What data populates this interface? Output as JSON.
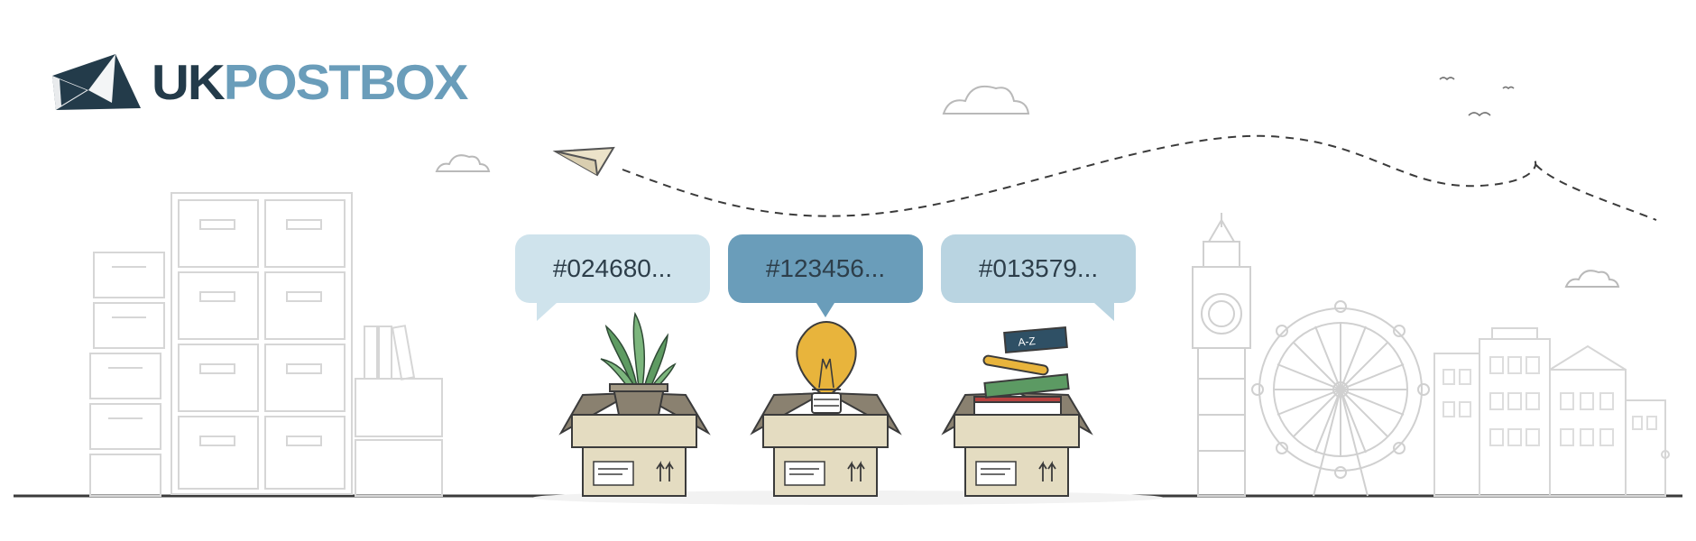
{
  "brand": {
    "name_dark": "UK",
    "name_light": "POSTBOX",
    "color_dark": "#233b4a",
    "color_light": "#6a9dba"
  },
  "bubbles": [
    {
      "label": "#024680...",
      "color": "#cfe3ec"
    },
    {
      "label": "#123456...",
      "color": "#6a9dba"
    },
    {
      "label": "#013579...",
      "color": "#b9d4e1"
    }
  ],
  "books_label": "A-Z",
  "icons": {
    "logo": "logo-triangle-icon",
    "plane": "paper-plane-icon",
    "plant": "plant-icon",
    "bulb": "lightbulb-icon",
    "books": "books-icon",
    "boxes": "parcel-box-icon",
    "clouds": "cloud-icon",
    "birds": "bird-icon",
    "cabinet": "filing-cabinet-icon",
    "big_ben": "big-ben-icon",
    "wheel": "ferris-wheel-icon",
    "buildings": "buildings-icon"
  }
}
